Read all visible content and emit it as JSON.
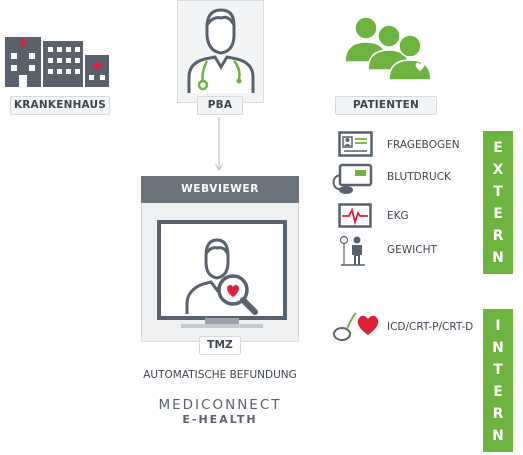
{
  "labels": {
    "krankenhaus": "KRANKENHAUS",
    "pba": "PBA",
    "patienten": "PATIENTEN",
    "webviewer": "WEBVIEWER",
    "tmz": "TMZ",
    "automatische_befundung": "AUTOMATISCHE BEFUNDUNG"
  },
  "brand": {
    "name": "MEDICONNECT",
    "sub": "E-HEALTH"
  },
  "extern_items": [
    {
      "icon": "questionnaire-icon",
      "label": "FRAGEBOGEN"
    },
    {
      "icon": "blood-pressure-icon",
      "label": "BLUTDRUCK"
    },
    {
      "icon": "ekg-icon",
      "label": "EKG"
    },
    {
      "icon": "weight-scale-icon",
      "label": "GEWICHT"
    }
  ],
  "intern_items": [
    {
      "icon": "implant-heart-icon",
      "label": "ICD/CRT-P/CRT-D"
    }
  ],
  "tabs": {
    "extern": [
      "E",
      "X",
      "T",
      "E",
      "R",
      "N"
    ],
    "intern": [
      "I",
      "N",
      "T",
      "E",
      "R",
      "N"
    ]
  },
  "colors": {
    "accent_green": "#6db33f",
    "heart_red": "#e0203a",
    "icon_gray": "#59626c",
    "header_gray": "#6b747d"
  }
}
